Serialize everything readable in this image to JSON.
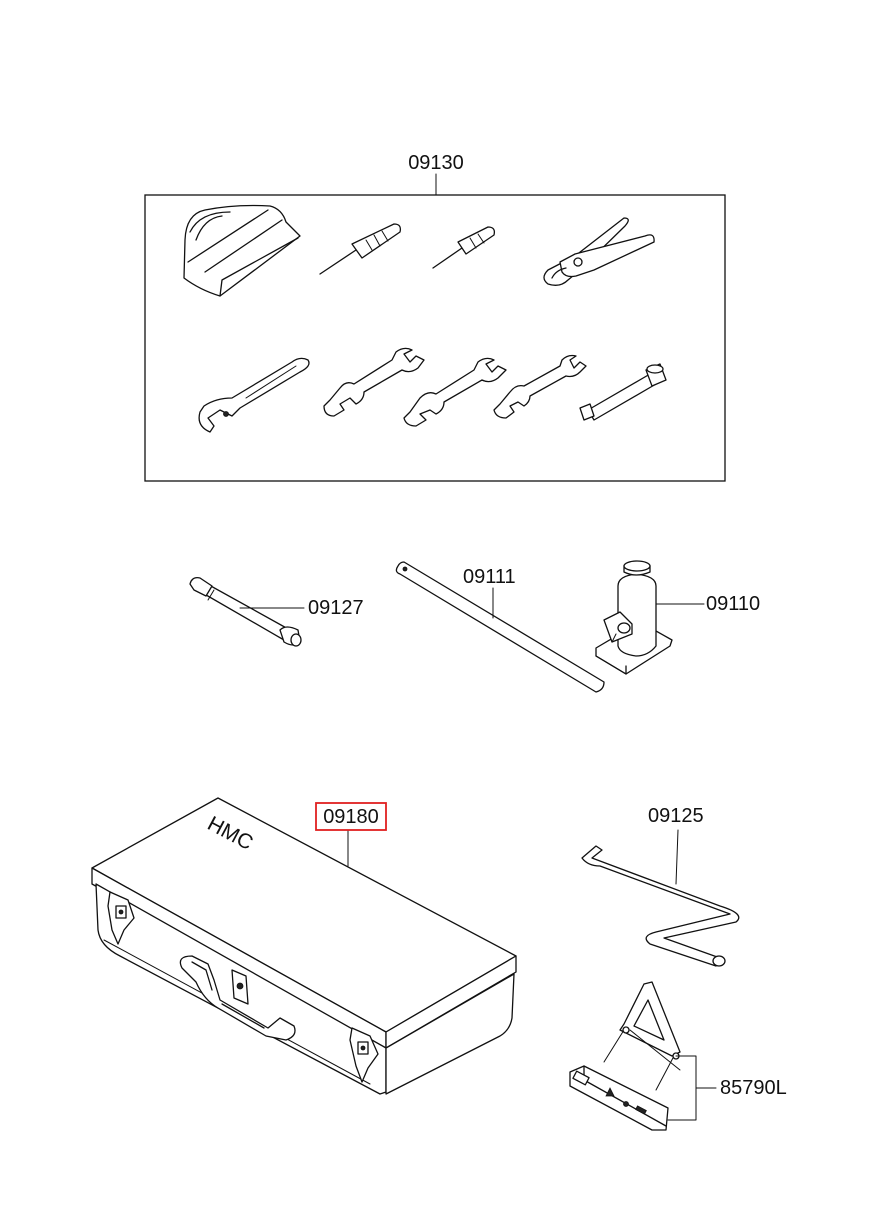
{
  "parts": {
    "tool_kit": "09130",
    "wheel_nut_wrench": "09127",
    "jack_handle": "09111",
    "jack": "09110",
    "tool_case": "09180",
    "jack_handle_crank": "09125",
    "warning_triangle": "85790L"
  },
  "case_brand": "HMC",
  "highlight": {
    "part": "09180",
    "color": "#e02020"
  },
  "colors": {
    "line": "#111111",
    "background": "#ffffff"
  }
}
